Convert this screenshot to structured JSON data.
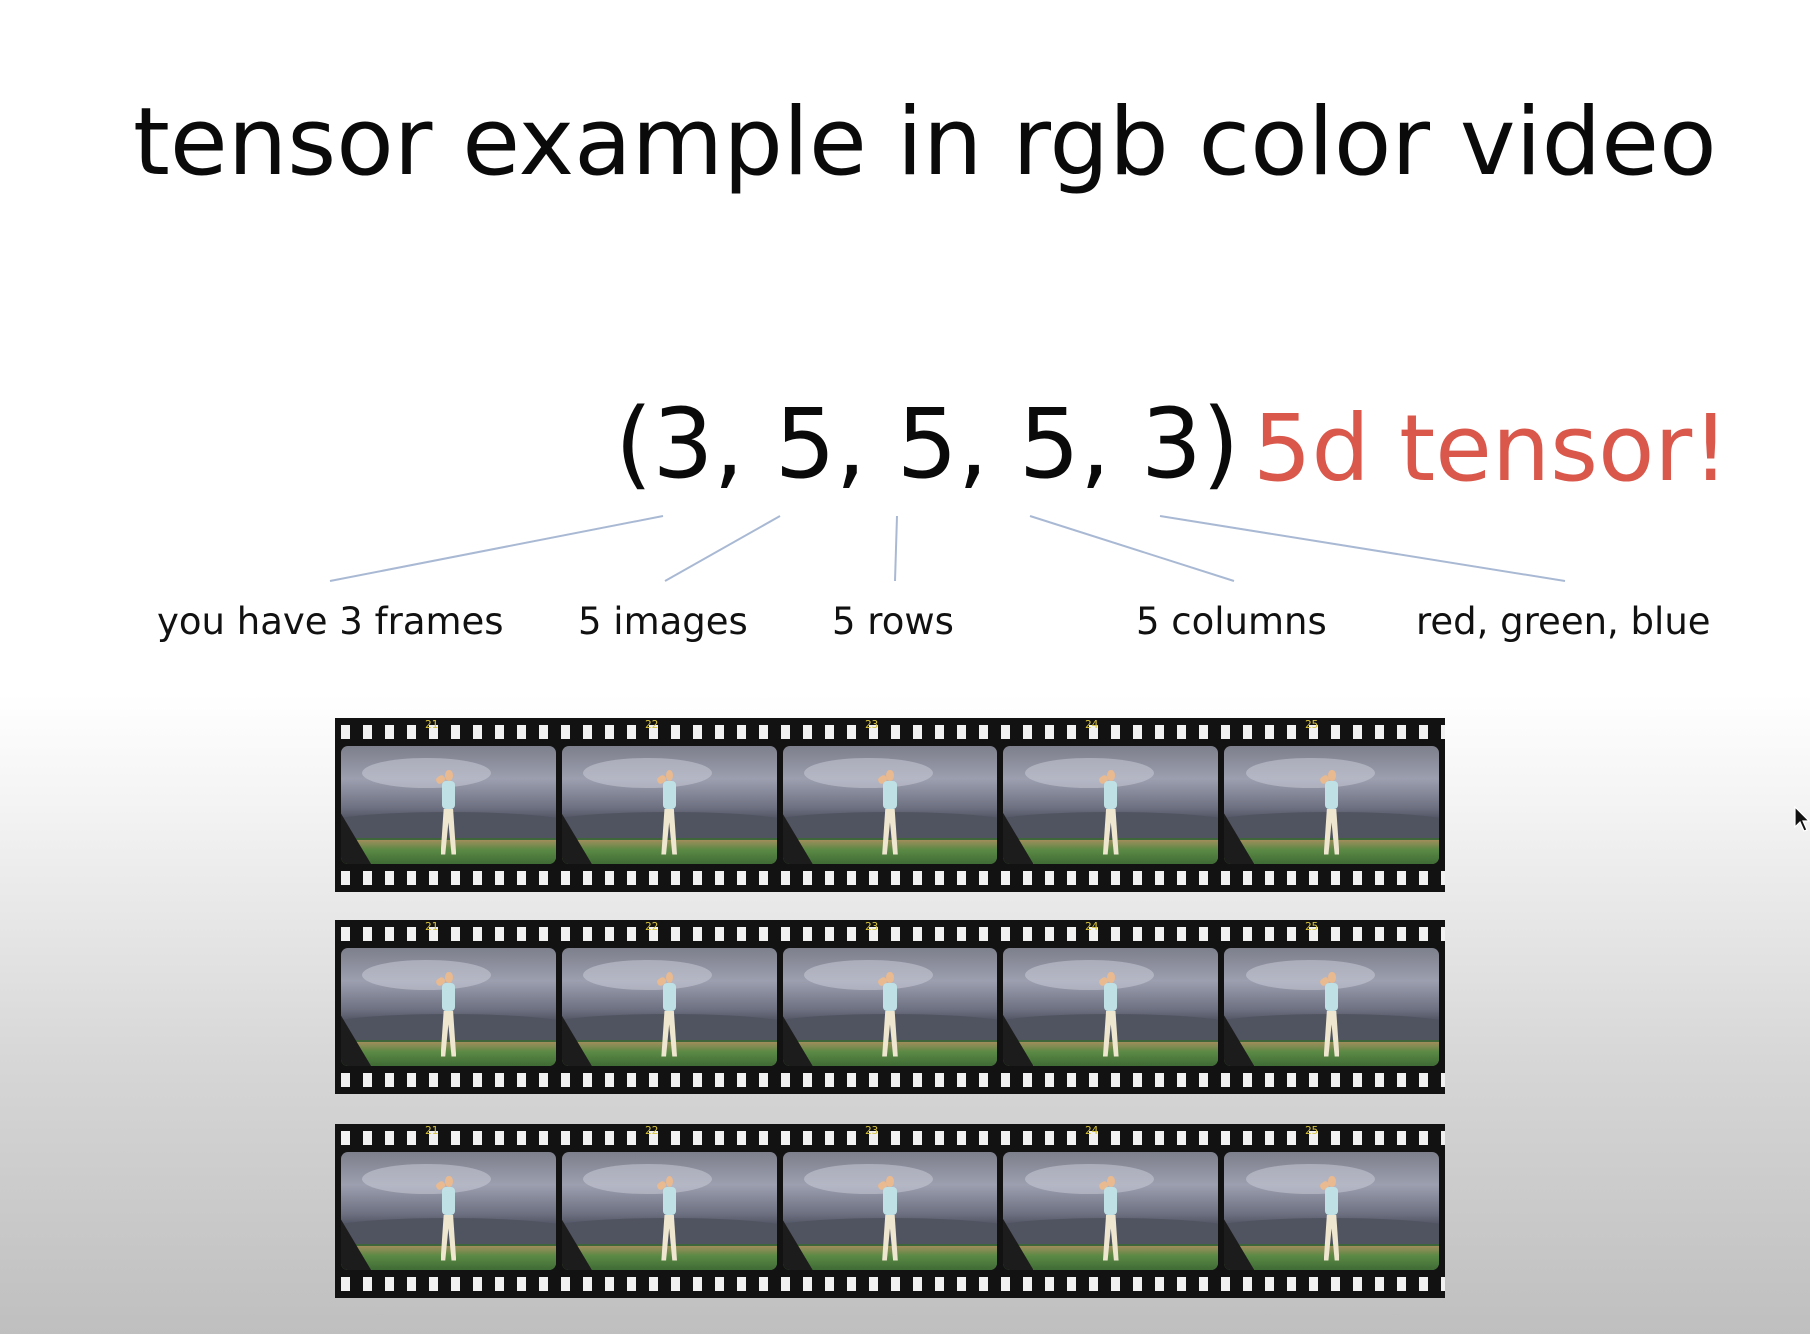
{
  "title": "tensor example in rgb color video",
  "shape_text": "(3, 5, 5, 5, 3)",
  "callout": "5d tensor!",
  "dimensions": [
    {
      "label": "you have 3 frames"
    },
    {
      "label": "5 images"
    },
    {
      "label": "5 rows"
    },
    {
      "label": "5 columns"
    },
    {
      "label": "red, green, blue"
    }
  ],
  "filmstrip": {
    "rows": 3,
    "frames_per_row": 5,
    "frame_numbers": [
      "21",
      "22",
      "23",
      "24",
      "25"
    ]
  },
  "colors": {
    "title": "#0a0a0a",
    "callout": "#d9574b",
    "connector": "#a9b9d4",
    "film_base": "#121212",
    "frame_number": "#d8c33a"
  },
  "icons": {
    "cursor": "mouse-pointer-icon"
  }
}
